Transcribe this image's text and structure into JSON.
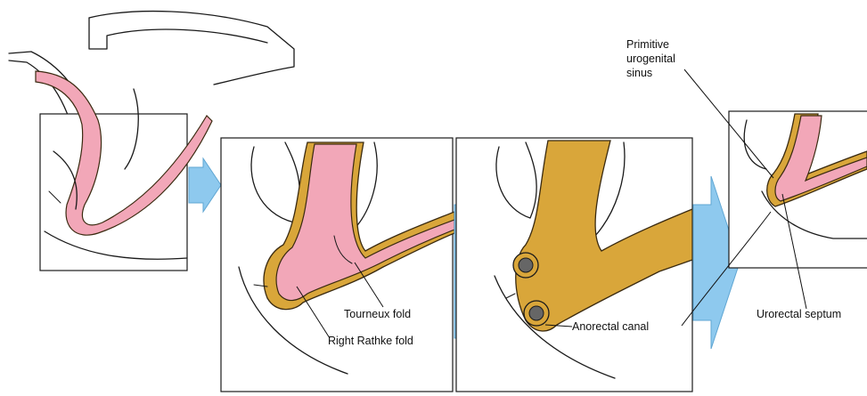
{
  "labels": {
    "primitive_sinus": [
      "Primitive",
      "urogenital",
      "sinus"
    ],
    "tourneux": "Tourneux fold",
    "rathke": "Right Rathke fold",
    "anorectal": "Anorectal canal",
    "urorectal": "Urorectal septum"
  },
  "colors": {
    "endoderm_pink": "#f2a7b8",
    "fold_gold": "#d9a63a",
    "arrow_blue": "#8ec9ee"
  }
}
